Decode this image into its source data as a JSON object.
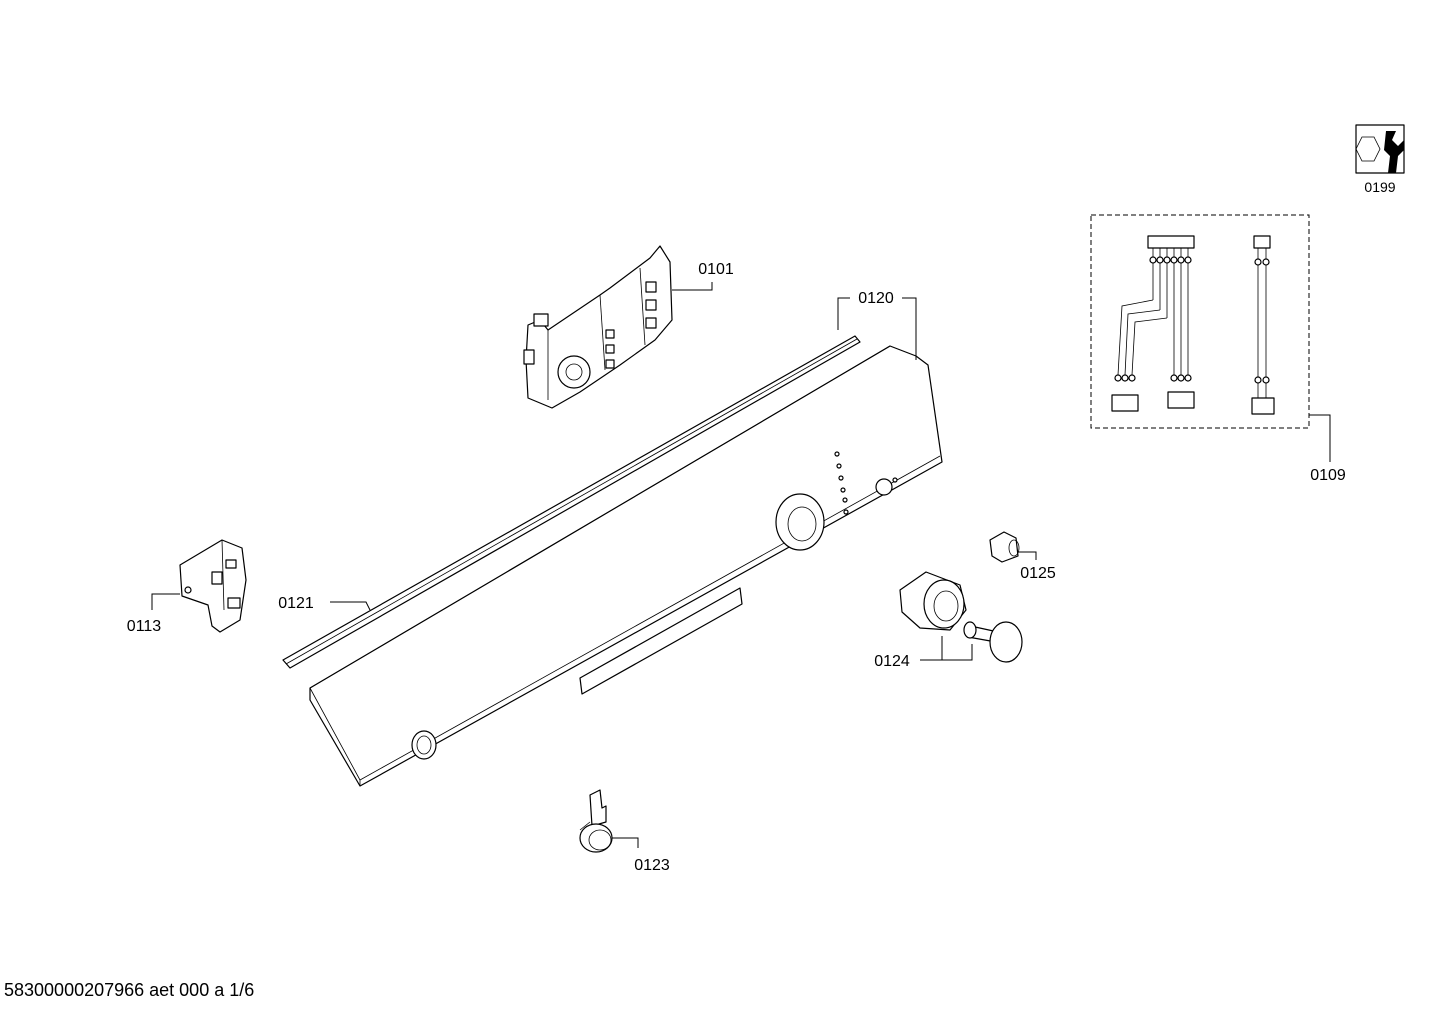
{
  "diagram": {
    "parts": [
      {
        "id": "0101",
        "label": "0101"
      },
      {
        "id": "0109",
        "label": "0109"
      },
      {
        "id": "0113",
        "label": "0113"
      },
      {
        "id": "0120",
        "label": "0120"
      },
      {
        "id": "0121",
        "label": "0121"
      },
      {
        "id": "0123",
        "label": "0123"
      },
      {
        "id": "0124",
        "label": "0124"
      },
      {
        "id": "0125",
        "label": "0125"
      },
      {
        "id": "0199",
        "label": "0199"
      }
    ],
    "service_icon": "wrench-nut-icon"
  },
  "footer": {
    "document_code": "58300000207966 aet 000 a 1/6"
  }
}
